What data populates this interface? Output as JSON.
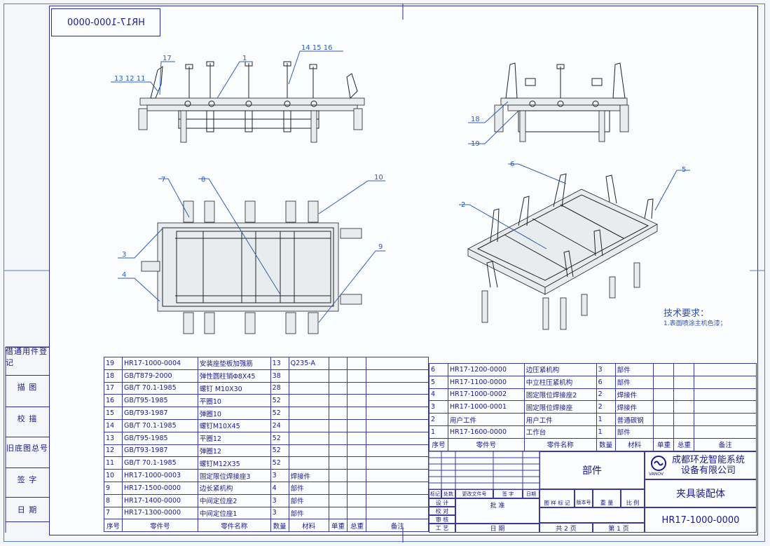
{
  "drawing_number_mirrored": "HR17-1000-0000",
  "left_strip": [
    "借通用件登记",
    "描 图",
    "校 描",
    "旧底图总号",
    "签 字",
    "日 期"
  ],
  "tech_req": {
    "title": "技术要求：",
    "line1": "1.表面喷涂主机色漆；"
  },
  "callouts": {
    "c1": "1",
    "c17": "17",
    "c14_16": "14 15 16",
    "c13_11": "13 12 11",
    "c18": "18",
    "c19": "19",
    "c7": "7",
    "c8": "8",
    "c10": "10",
    "c3": "3",
    "c4": "4",
    "c9": "9",
    "c6": "6",
    "c5": "5",
    "c2": "2"
  },
  "bom_left": {
    "rows": [
      [
        "19",
        "HR17-1000-0004",
        "安装座垫板加强筋",
        "13",
        "Q235-A"
      ],
      [
        "18",
        "GB/T879-2000",
        "弹性圆柱销Φ8X45",
        "38",
        ""
      ],
      [
        "17",
        "GB/T 70.1-1985",
        "螺钉 M10X30",
        "28",
        ""
      ],
      [
        "16",
        "GB/T95-1985",
        "平圈10",
        "52",
        ""
      ],
      [
        "15",
        "GB/T93-1987",
        "弹圈10",
        "52",
        ""
      ],
      [
        "14",
        "GB/T 70.1-1985",
        "螺钉M10X45",
        "24",
        ""
      ],
      [
        "13",
        "GB/T95-1985",
        "平圈12",
        "52",
        ""
      ],
      [
        "12",
        "GB/T93-1987",
        "弹圈12",
        "52",
        ""
      ],
      [
        "11",
        "GB/T 70.1-1985",
        "螺钉M12X35",
        "52",
        ""
      ],
      [
        "10",
        "HR17-1000-0003",
        "固定限位焊接座3",
        "3",
        "焊接件"
      ],
      [
        "9",
        "HR17-1500-0000",
        "边长紧机构",
        "4",
        "部件"
      ],
      [
        "8",
        "HR17-1400-0000",
        "中间定位座2",
        "3",
        "部件"
      ],
      [
        "7",
        "HR17-1300-0000",
        "中间定位座1",
        "3",
        "部件"
      ]
    ],
    "header": [
      "序号",
      "零件号",
      "零件名称",
      "数量",
      "材料",
      "单重",
      "总重",
      "备注"
    ]
  },
  "bom_right": {
    "rows": [
      [
        "6",
        "HR17-1200-0000",
        "边压紧机构",
        "3",
        "部件"
      ],
      [
        "5",
        "HR17-1100-0000",
        "中立柱压紧机构",
        "6",
        "部件"
      ],
      [
        "4",
        "HR17-1000-0002",
        "固定限位焊接座2",
        "2",
        "焊接件"
      ],
      [
        "3",
        "HR17-1000-0001",
        "固定限位焊接座",
        "2",
        "焊接件"
      ],
      [
        "2",
        "用户工件",
        "用户工件",
        "1",
        "普通碳钢"
      ],
      [
        "1",
        "HR17-1600-0000",
        "工作台",
        "1",
        "部件"
      ]
    ],
    "header": [
      "序号",
      "零件号",
      "零件名称",
      "数量",
      "材料",
      "单重",
      "总重",
      "备注"
    ]
  },
  "title_block": {
    "category": "部件",
    "company_line1": "成都环龙智能系统",
    "company_line2": "设备有限公司",
    "logo_text": "VANOV",
    "part_name": "夹具装配体",
    "drawing_number": "HR17-1000-0000",
    "rev_labels": [
      "标记",
      "处数",
      "更改文件号",
      "签 字",
      "日期"
    ],
    "role_labels": [
      "设 计",
      "校 对",
      "审 核",
      "工 艺"
    ],
    "approve": "批 准",
    "date": "日 期",
    "col_labels": [
      "图 样 标 记",
      "版本号",
      "重 量",
      "比 例"
    ],
    "sheet_total": "共 2 页",
    "sheet_num": "第 1 页"
  }
}
